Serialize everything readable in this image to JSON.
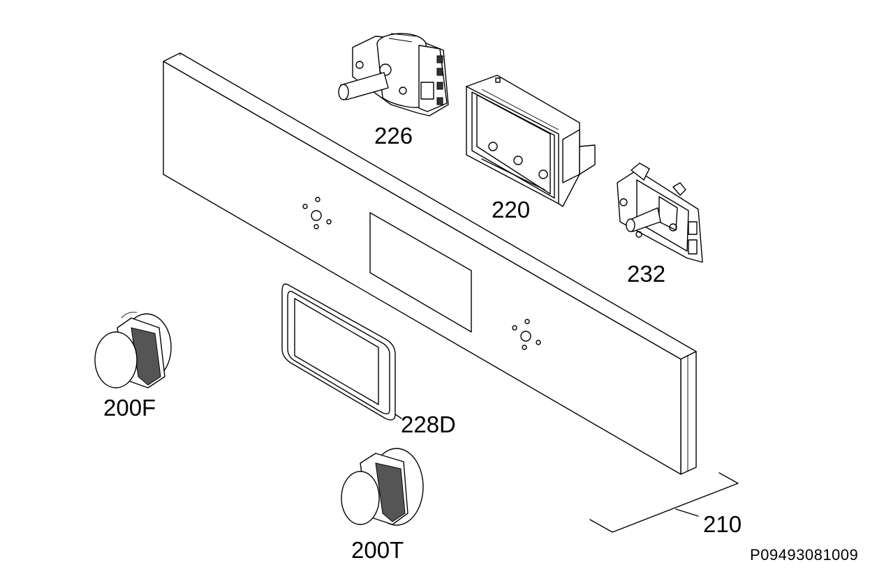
{
  "parts": {
    "switch_226": {
      "label": "226"
    },
    "housing_220": {
      "label": "220"
    },
    "thermostat_232": {
      "label": "232"
    },
    "frame_228d": {
      "label": "228D"
    },
    "knob_200f": {
      "label": "200F"
    },
    "knob_200t": {
      "label": "200T"
    },
    "panel_210": {
      "label": "210"
    }
  },
  "drawing_reference": "P09493081009",
  "colors": {
    "line": "#000000",
    "background": "#ffffff"
  }
}
